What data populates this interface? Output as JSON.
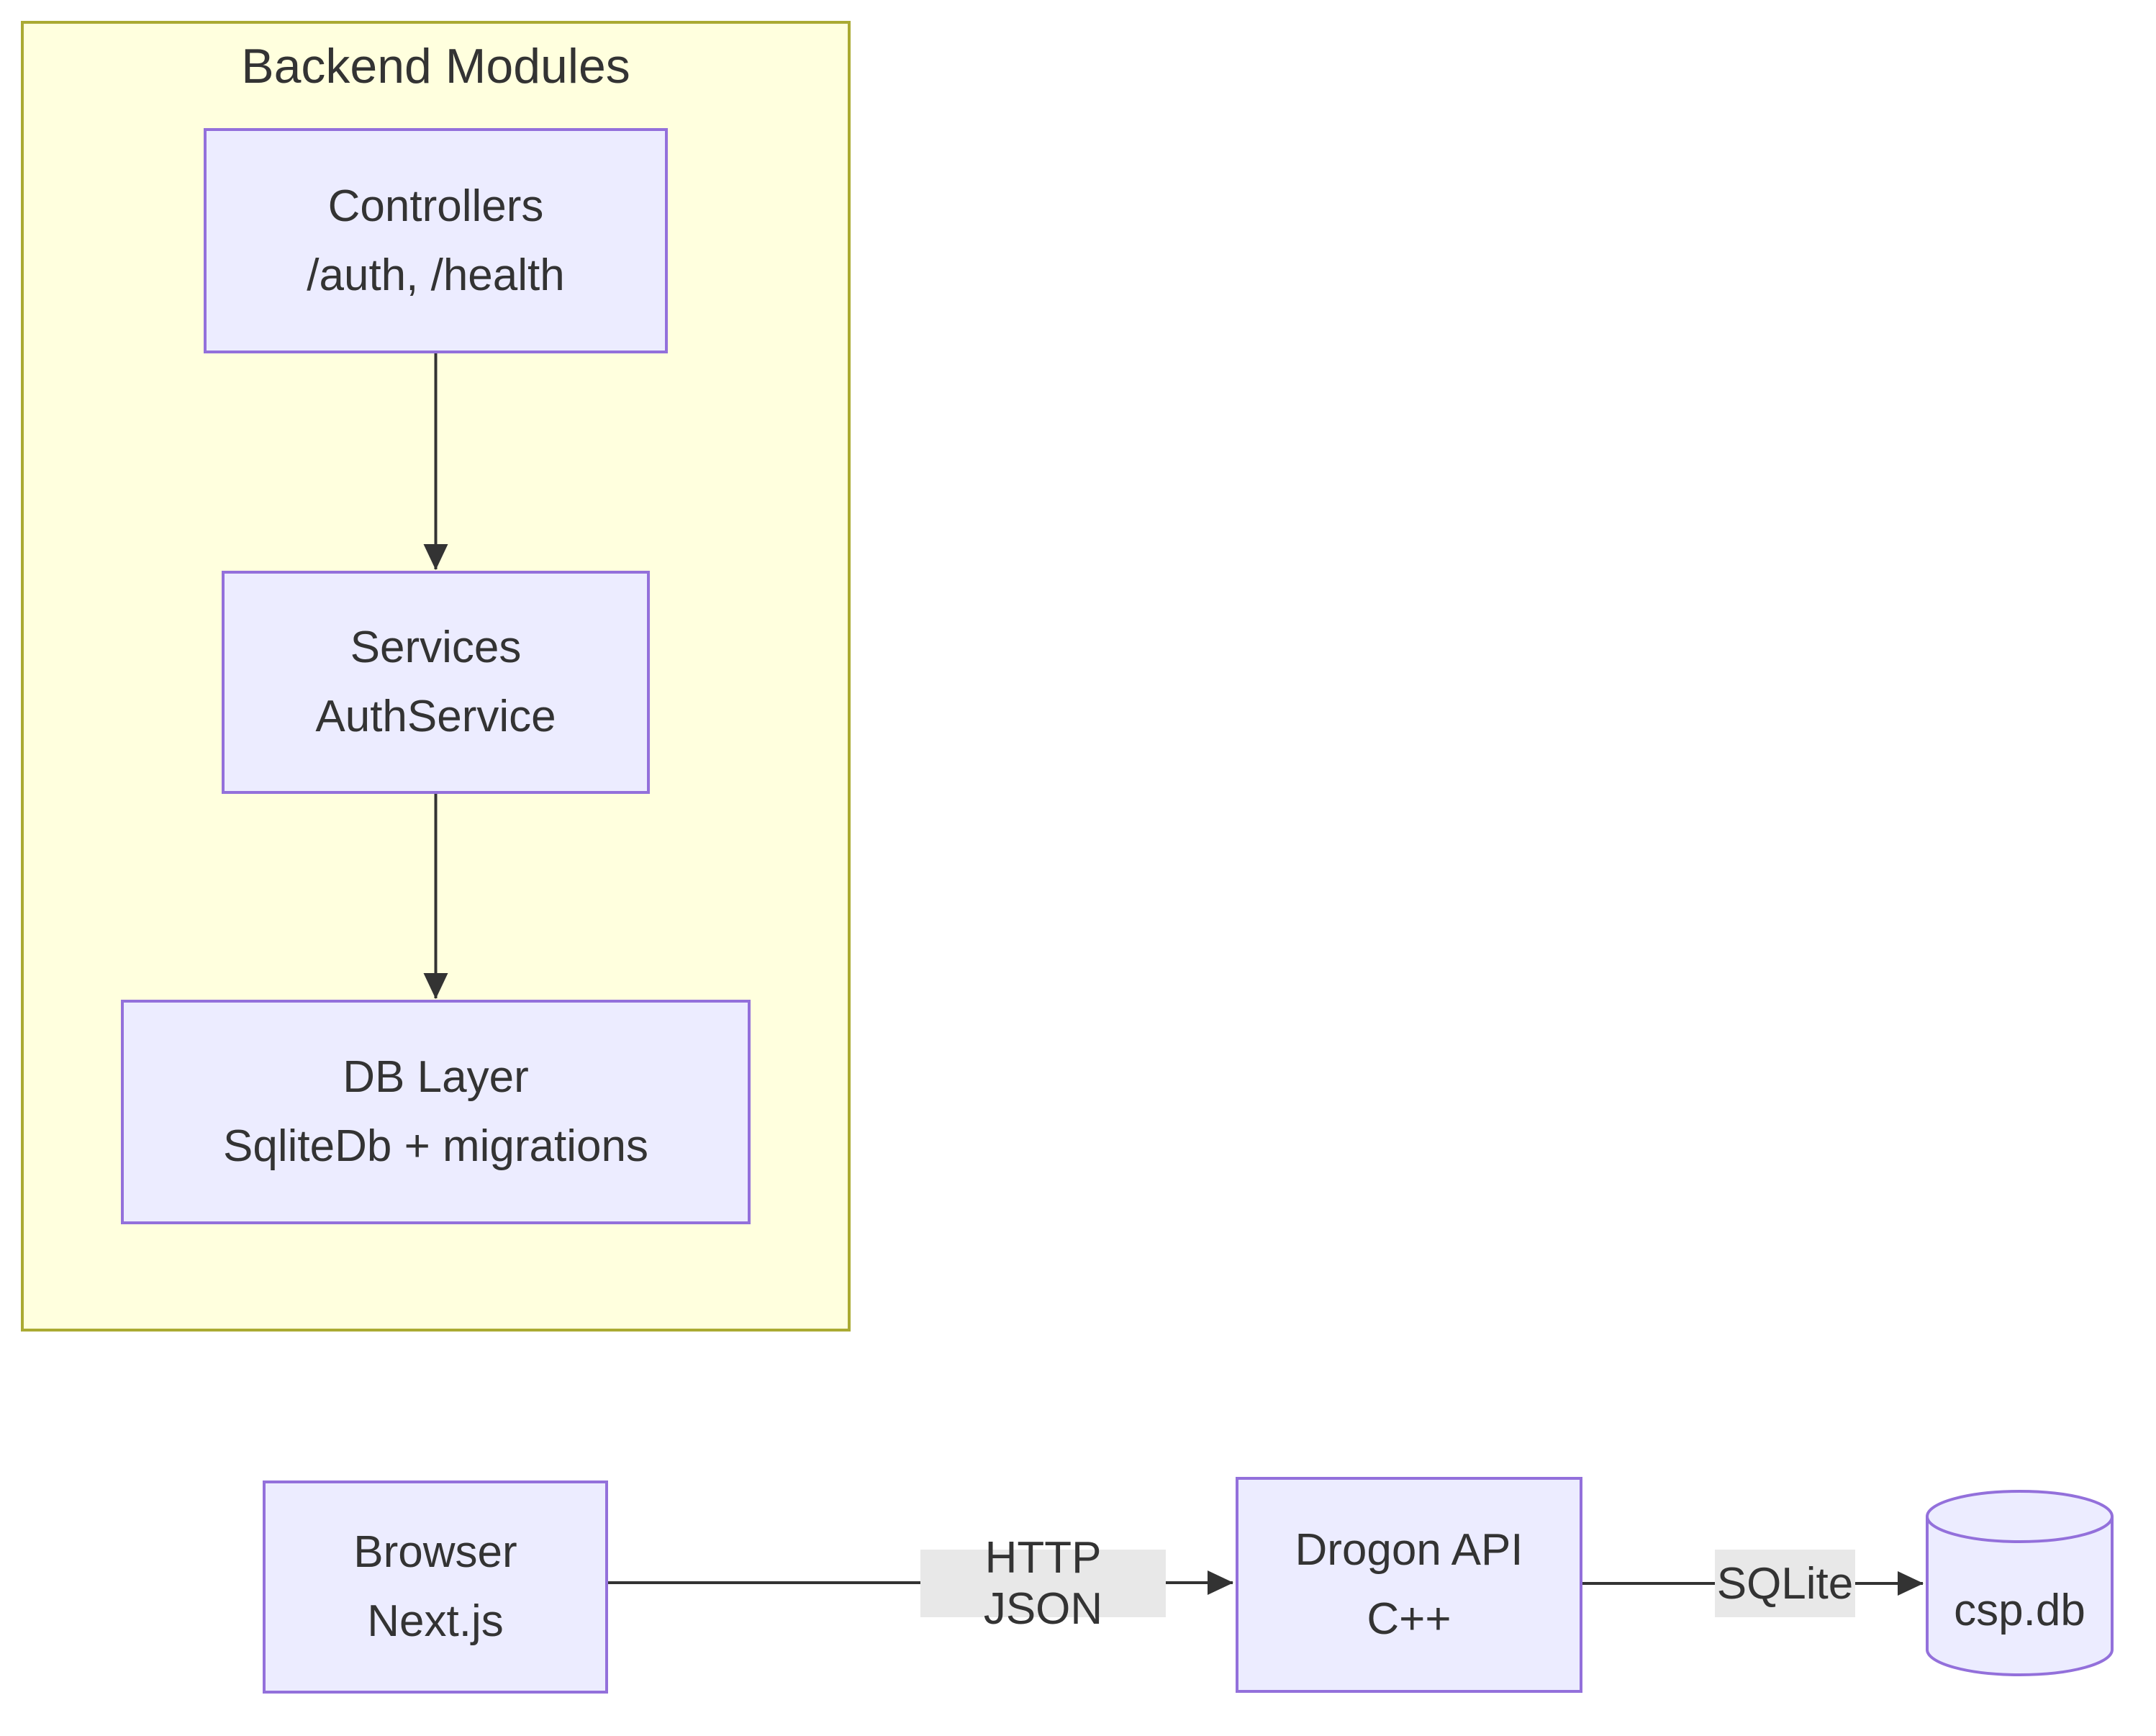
{
  "diagram": {
    "type": "flowchart",
    "cluster": {
      "title": "Backend Modules"
    },
    "nodes": {
      "controllers": {
        "line1": "Controllers",
        "line2": "/auth, /health"
      },
      "services": {
        "line1": "Services",
        "line2": "AuthService"
      },
      "db_layer": {
        "line1": "DB Layer",
        "line2": "SqliteDb + migrations"
      },
      "browser": {
        "line1": "Browser",
        "line2": "Next.js"
      },
      "drogon_api": {
        "line1": "Drogon API",
        "line2": "C++"
      },
      "csp_db": {
        "label": "csp.db",
        "shape": "cylinder"
      }
    },
    "edges": [
      {
        "from": "controllers",
        "to": "services",
        "label": ""
      },
      {
        "from": "services",
        "to": "db_layer",
        "label": ""
      },
      {
        "from": "browser",
        "to": "drogon_api",
        "label": "HTTP JSON"
      },
      {
        "from": "drogon_api",
        "to": "csp_db",
        "label": "SQLite"
      }
    ],
    "colors": {
      "node_fill": "#ECECFF",
      "node_border": "#9370DB",
      "cluster_fill": "#ffffde",
      "cluster_border": "#aaaa33",
      "edge_label_bg": "#e8e8e8",
      "line": "#333333",
      "text": "#333333"
    }
  }
}
